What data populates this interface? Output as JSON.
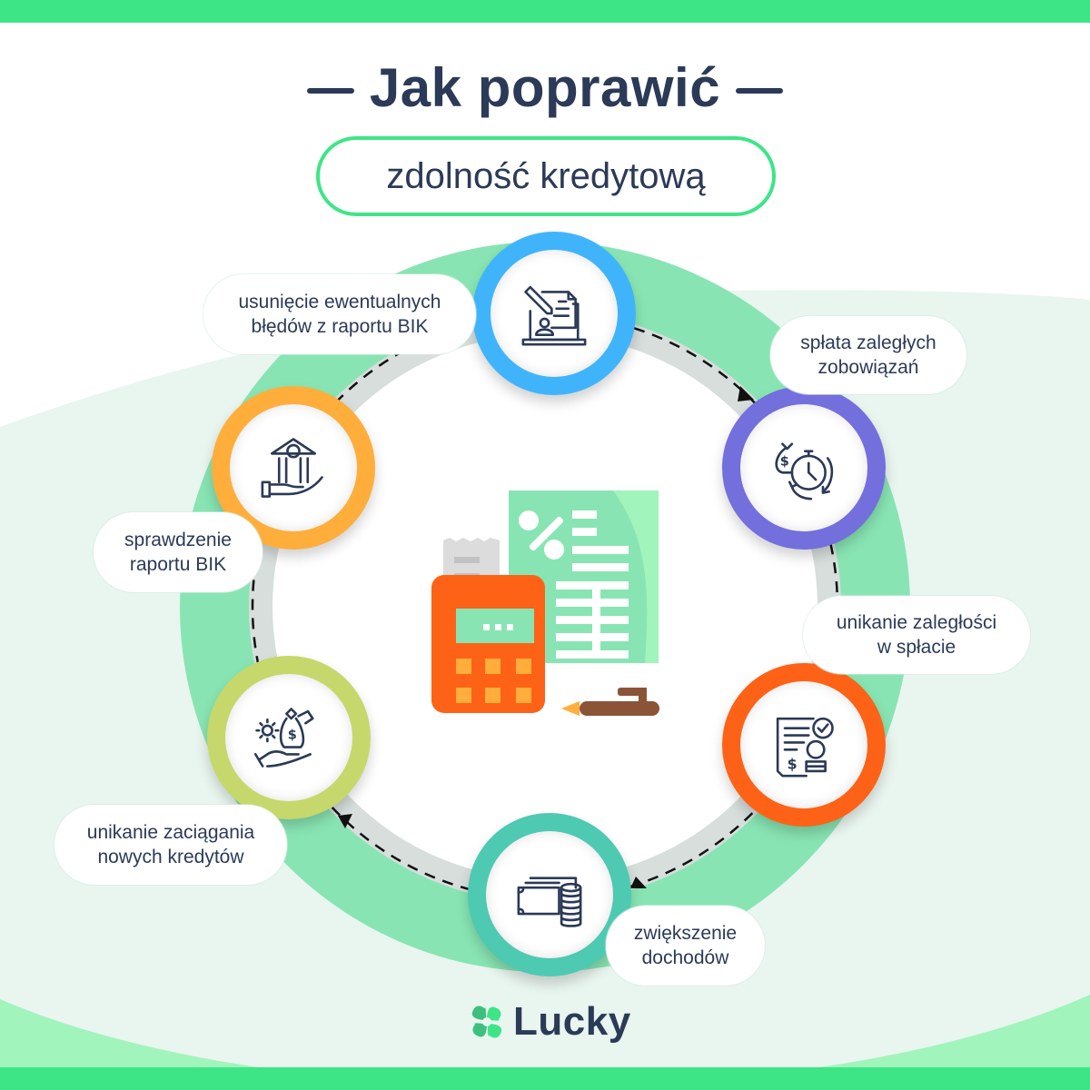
{
  "header": {
    "title": "Jak poprawić",
    "subtitle": "zdolność kredytową"
  },
  "colors": {
    "brand_green": "#3ee586",
    "ring_green": "#88e5b3",
    "text_dark": "#2b3a57",
    "background_mint": "#e9f5ef"
  },
  "diagram": {
    "type": "cycle",
    "direction": "clockwise",
    "center_illustration": "calculator-and-document-icon",
    "steps": [
      {
        "label": "usunięcie ewentualnych błędów z raportu BIK",
        "line1": "usunięcie ewentualnych",
        "line2": "błędów z raportu BIK",
        "icon": "laptop-document-edit-icon",
        "color": "#40b4fb"
      },
      {
        "label": "spłata zaległych zobowiązań",
        "line1": "spłata zaległych",
        "line2": "zobowiązań",
        "icon": "money-bag-stopwatch-icon",
        "color": "#736fdc"
      },
      {
        "label": "unikanie zaległości w spłacie",
        "line1": "unikanie zaległości",
        "line2": "w spłacie",
        "icon": "invoice-coins-check-icon",
        "color": "#fe6216"
      },
      {
        "label": "zwiększenie dochodów",
        "line1": "zwiększenie",
        "line2": "dochodów",
        "icon": "banknotes-coins-icon",
        "color": "#4ec9b2"
      },
      {
        "label": "unikanie zaciągania nowych kredytów",
        "line1": "unikanie zaciągania",
        "line2": "nowych kredytów",
        "icon": "hand-money-bag-gear-icon",
        "color": "#c6d86b"
      },
      {
        "label": "sprawdzenie raportu BIK",
        "line1": "sprawdzenie",
        "line2": "raportu BIK",
        "icon": "hand-bank-icon",
        "color": "#ffae3b"
      }
    ]
  },
  "footer": {
    "logo_text": "Lucky"
  }
}
